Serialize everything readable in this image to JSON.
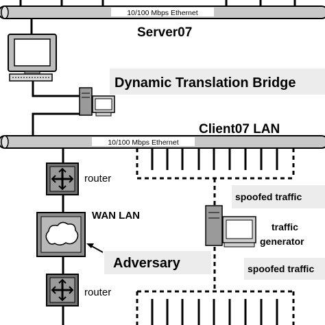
{
  "top_bus": {
    "label": "10/100 Mbps Ethernet"
  },
  "server": {
    "name": "Server07"
  },
  "bridge": {
    "name": "Dynamic Translation Bridge"
  },
  "client_lan": {
    "name": "Client07 LAN",
    "bus_label": "10/100 Mbps Ethernet"
  },
  "router_top": {
    "label": "router"
  },
  "wan": {
    "label": "WAN LAN"
  },
  "adversary": {
    "label": "Adversary"
  },
  "router_bottom": {
    "label": "router"
  },
  "traffic": {
    "spoofed_top": "spoofed traffic",
    "generator_line1": "traffic",
    "generator_line2": "generator",
    "spoofed_bottom": "spoofed traffic"
  }
}
